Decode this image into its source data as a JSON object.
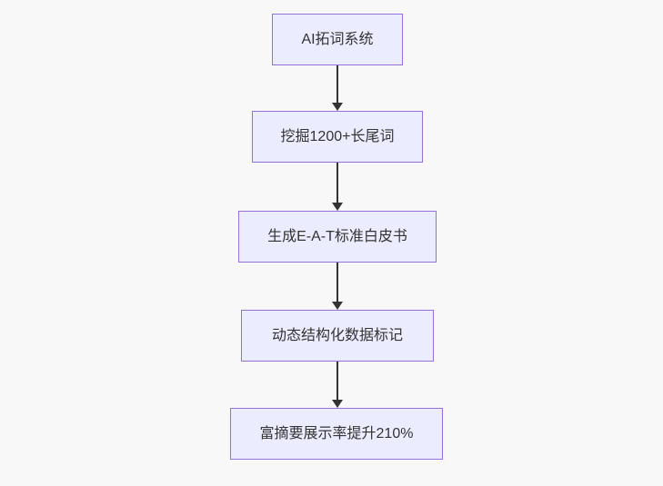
{
  "flowchart": {
    "type": "flowchart",
    "direction": "top-down",
    "nodes": [
      {
        "id": "node1",
        "label": "AI拓词系统"
      },
      {
        "id": "node2",
        "label": "挖掘1200+长尾词"
      },
      {
        "id": "node3",
        "label": "生成E-A-T标准白皮书"
      },
      {
        "id": "node4",
        "label": "动态结构化数据标记"
      },
      {
        "id": "node5",
        "label": "富摘要展示率提升210%"
      }
    ],
    "edges": [
      {
        "from": "node1",
        "to": "node2",
        "style": "arrow-down"
      },
      {
        "from": "node2",
        "to": "node3",
        "style": "arrow-down"
      },
      {
        "from": "node3",
        "to": "node4",
        "style": "arrow-down"
      },
      {
        "from": "node4",
        "to": "node5",
        "style": "arrow-down"
      }
    ],
    "colors": {
      "node_fill": "#ECECFF",
      "node_border": "#9370DB",
      "edge_stroke": "#333333",
      "text": "#333333",
      "background": "#f8f8f8"
    }
  }
}
